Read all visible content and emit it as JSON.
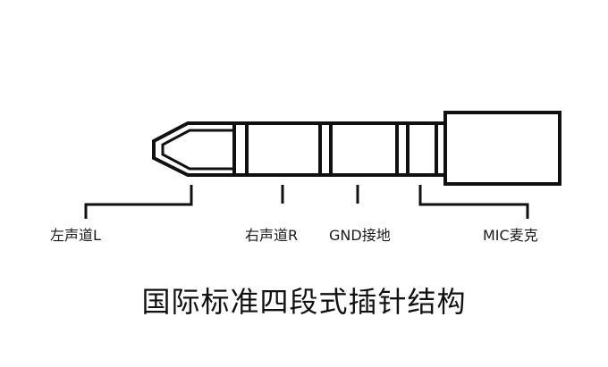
{
  "labels": {
    "left_channel": "左声道L",
    "right_channel": "右声道R",
    "ground": "GND接地",
    "mic": "MIC麦克"
  },
  "title": "国际标准四段式插针结构",
  "colors": {
    "line": "#111111",
    "text": "#1a1a1a",
    "background": "#ffffff"
  }
}
